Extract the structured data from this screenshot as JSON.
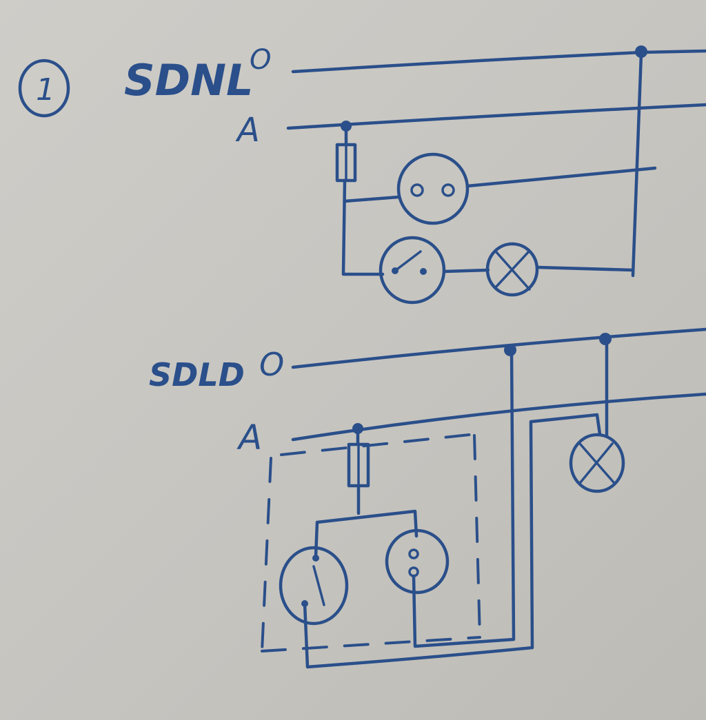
{
  "diagram_1": {
    "number": "1",
    "title": "SDNL",
    "line_o": "O",
    "line_a": "A"
  },
  "diagram_2": {
    "title": "SDLD",
    "line_o": "O",
    "line_a": "A"
  },
  "ink_color": "#2a4f8a"
}
